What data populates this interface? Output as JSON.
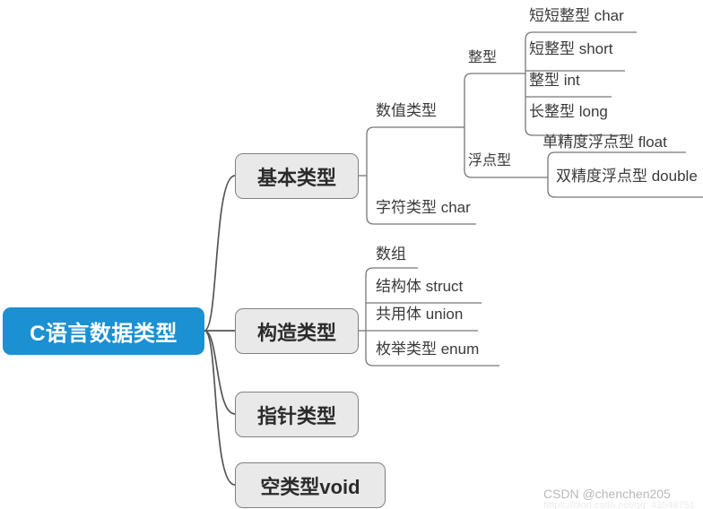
{
  "diagram": {
    "type": "mind-map",
    "title": "C语言数据类型",
    "root": {
      "label": "C语言数据类型",
      "color": "#1b90d3",
      "text_color": "#ffffff"
    },
    "branches": [
      {
        "label": "基本类型",
        "color": "#e9e9e9",
        "border": "#808080"
      },
      {
        "label": "构造类型",
        "color": "#e9e9e9",
        "border": "#808080"
      },
      {
        "label": "指针类型",
        "color": "#e9e9e9",
        "border": "#808080"
      },
      {
        "label": "空类型void",
        "color": "#e9e9e9",
        "border": "#808080"
      }
    ],
    "basic_type_children": [
      {
        "label": "数值类型"
      },
      {
        "label": "字符类型 char"
      }
    ],
    "numeric_children": [
      {
        "label": "整型"
      },
      {
        "label": "浮点型"
      }
    ],
    "integer_leaves": [
      {
        "label": "短短整型 char"
      },
      {
        "label": "短整型 short"
      },
      {
        "label": "整型 int"
      },
      {
        "label": "长整型 long"
      }
    ],
    "float_leaves": [
      {
        "label": "单精度浮点型 float"
      },
      {
        "label": "双精度浮点型 double"
      }
    ],
    "struct_type_children": [
      {
        "label": "数组"
      },
      {
        "label": "结构体 struct"
      },
      {
        "label": "共用体 union"
      },
      {
        "label": "枚举类型 enum"
      }
    ]
  },
  "watermark": {
    "text": "CSDN @chenchen205",
    "url": "https://blog.csdn.net/qq_43548751"
  }
}
